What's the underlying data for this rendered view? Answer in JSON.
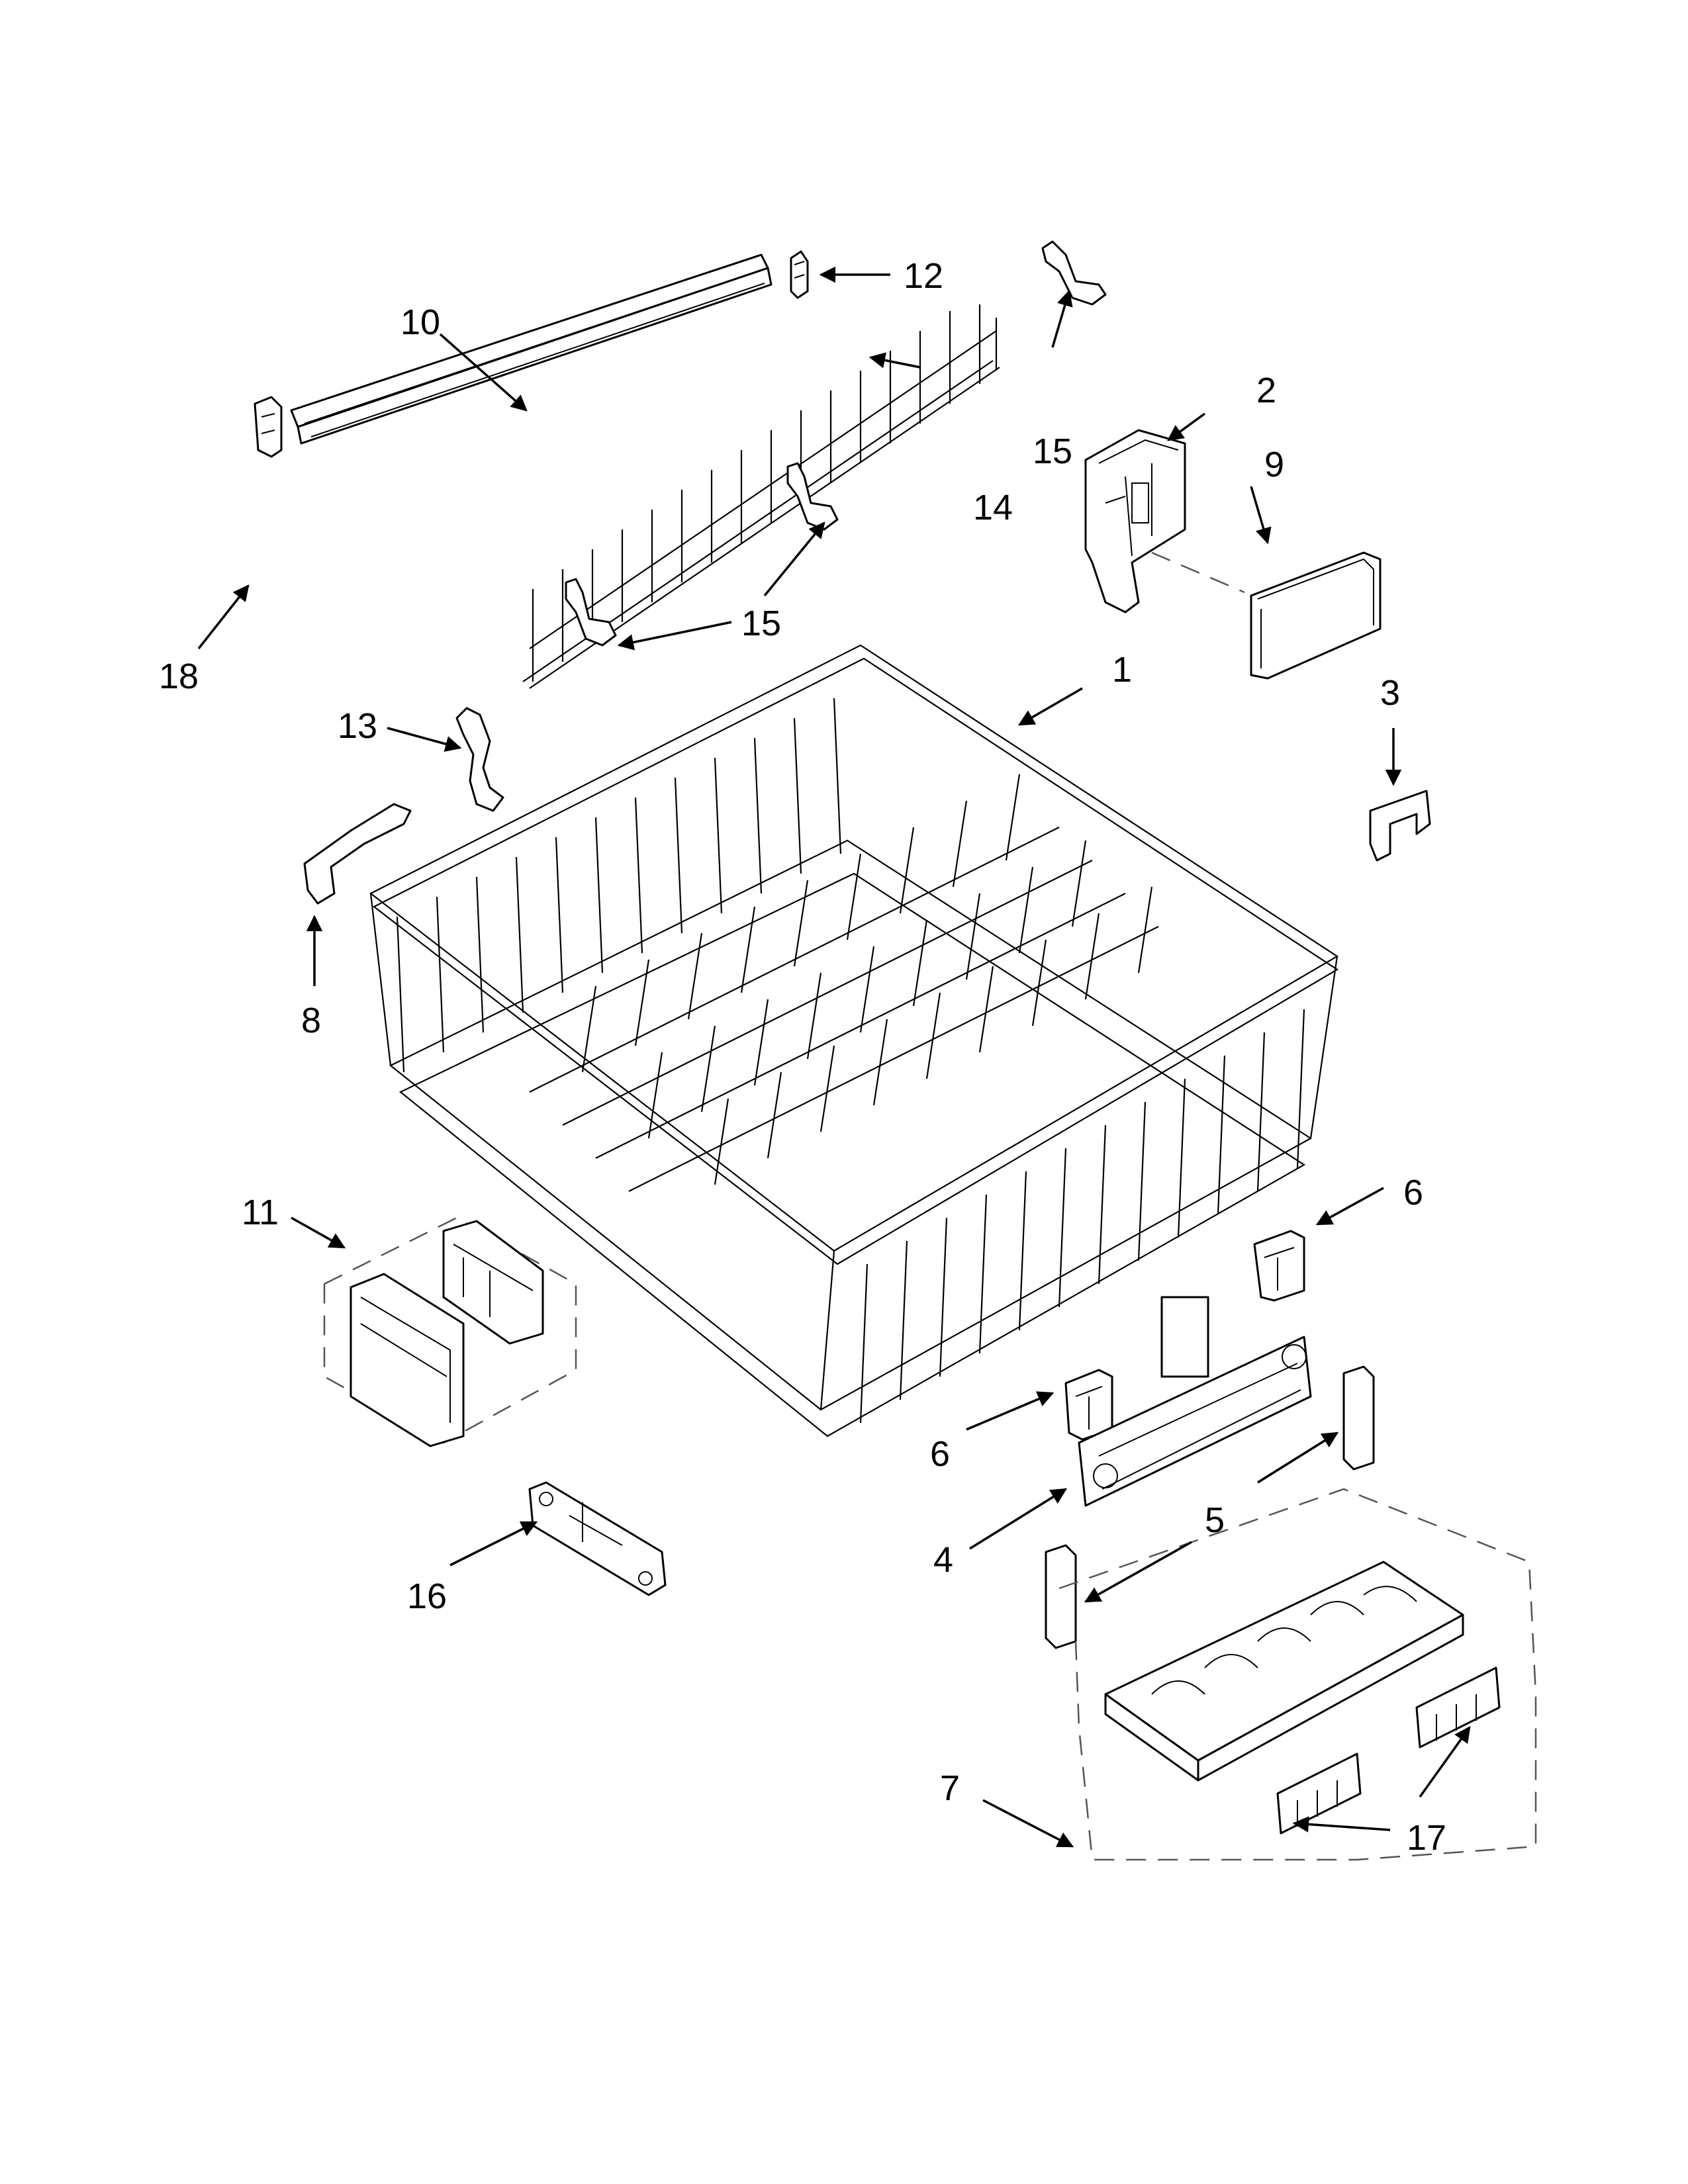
{
  "callouts": {
    "c1": "1",
    "c2": "2",
    "c3": "3",
    "c4": "4",
    "c5": "5",
    "c6a": "6",
    "c6b": "6",
    "c7": "7",
    "c8": "8",
    "c9": "9",
    "c10": "10",
    "c11": "11",
    "c12": "12",
    "c13": "13",
    "c14": "14",
    "c15a": "15",
    "c15b": "15",
    "c16": "16",
    "c17": "17",
    "c18": "18"
  }
}
